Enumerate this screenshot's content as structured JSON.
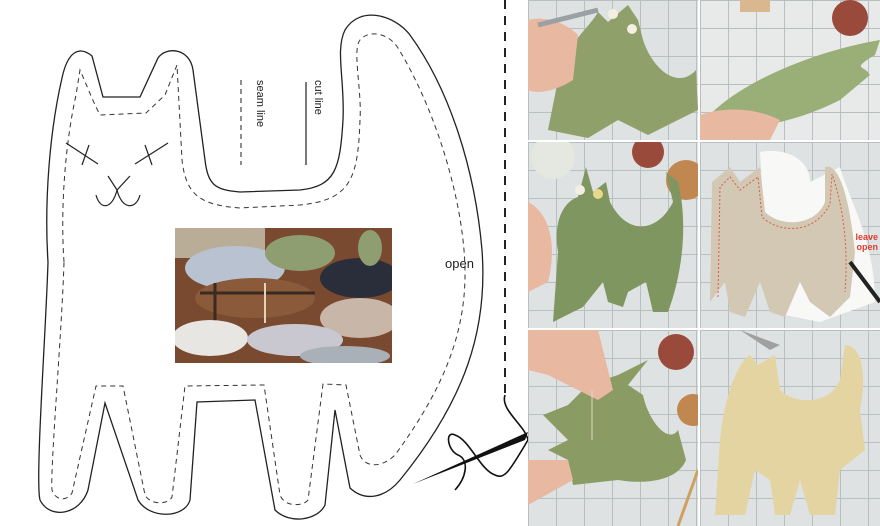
{
  "pattern": {
    "legend": {
      "cut_line": "cut line",
      "seam_line": "seam line"
    },
    "open_label": "open",
    "colors": {
      "outline": "#222222",
      "background": "#ffffff"
    }
  },
  "inset_photo": {
    "description": "assorted fabric cats pile",
    "fabric_colors": [
      "#b8c2d0",
      "#8f9e70",
      "#2a2d3a",
      "#8a5a3a",
      "#c8b6a8",
      "#e8e6e2",
      "#c9c7cf"
    ]
  },
  "steps": [
    {
      "id": 1,
      "description": "trimming threads on green gingham cat",
      "fabric": "#8fa06a"
    },
    {
      "id": 2,
      "description": "stuffing green cat held in hand",
      "fabric": "#9aae78"
    },
    {
      "id": 3,
      "description": "finished green gingham cat",
      "fabric": "#7f9660"
    },
    {
      "id": 4,
      "description": "pinned linen fabric with red traced seam",
      "fabric": "#d2c8b4",
      "caption": "leave\nopen"
    },
    {
      "id": 5,
      "description": "sewing legs of green cat with needle",
      "fabric": "#8a9c64"
    },
    {
      "id": 6,
      "description": "cut yellow fabric cat shape",
      "fabric": "#e3d4a2"
    }
  ]
}
